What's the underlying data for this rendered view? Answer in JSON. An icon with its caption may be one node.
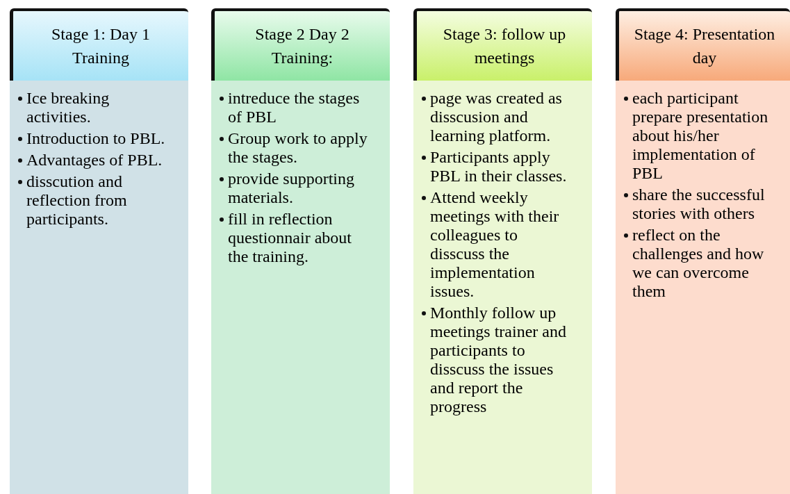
{
  "diagram": {
    "nodes": [
      {
        "text": [
          "Stage 1: Day 1 Training"
        ]
      },
      {
        "text": [
          "Ice breaking activities.",
          "Introduction to PBL.",
          "Advantages of PBL.",
          "disscution and reflection from participants."
        ]
      },
      {
        "text": [
          "Stage 2 Day 2 Training:"
        ]
      },
      {
        "text": [
          "intreduce the stages of PBL",
          "Group work to apply the stages.",
          "provide supporting materials.",
          "fill in reflection questionnair about the training."
        ]
      },
      {
        "text": [
          "Stage 3: follow up meetings"
        ]
      },
      {
        "text": [
          "page was created as disscusion and learning platform.",
          "Participants apply PBL in their classes.",
          "Attend weekly meetings with their colleagues to disscuss the implementation issues.",
          "Monthly follow up meetings trainer and participants to disscuss the issues and report the progress"
        ]
      },
      {
        "text": [
          "Stage 4: Presentation day"
        ]
      },
      {
        "text": [
          "each participant prepare presentation about his/her implementation of PBL",
          "share the successful stories with others",
          "reflect on the challenges and how we can overcome them"
        ]
      }
    ],
    "edges": []
  }
}
